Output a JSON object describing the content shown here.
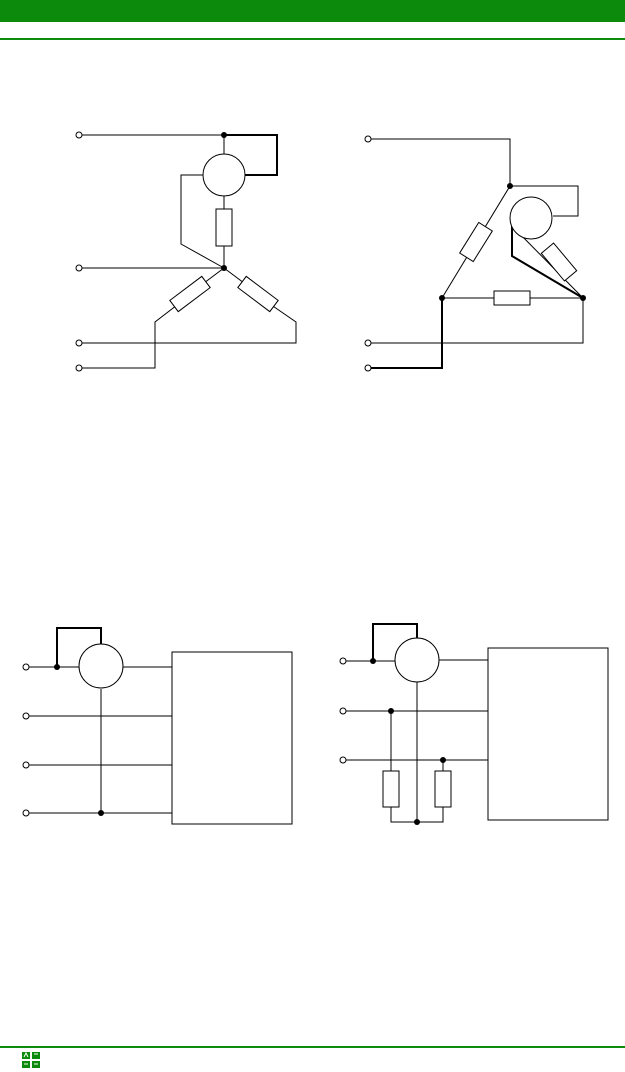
{
  "colors": {
    "accent": "#0b8a0b",
    "line": "#000000",
    "background": "#ffffff"
  },
  "icons": {
    "footer": "university-logo-icon"
  },
  "diagrams": [
    {
      "id": "star-circuit",
      "meter_count": 1,
      "resistor_count": 3,
      "terminal_count": 4
    },
    {
      "id": "delta-circuit",
      "meter_count": 1,
      "resistor_count": 3,
      "terminal_count": 3
    },
    {
      "id": "block-meter-circuit",
      "meter_count": 1,
      "resistor_count": 0,
      "terminal_count": 4
    },
    {
      "id": "block-resistor-circuit",
      "meter_count": 1,
      "resistor_count": 2,
      "terminal_count": 3
    }
  ]
}
